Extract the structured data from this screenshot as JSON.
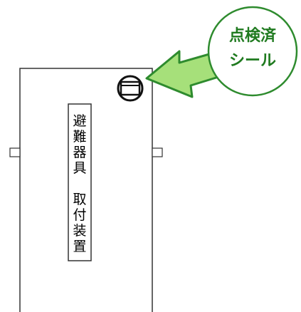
{
  "colors": {
    "callout_stroke": "#2e8b2e",
    "callout_text": "#1f7a1f",
    "arrow_fill": "#a6e07a",
    "arrow_stroke": "#2e8b2e",
    "outline": "#333333"
  },
  "callout": {
    "line1": "点検済",
    "line2": "シール"
  },
  "device": {
    "vertical_label": [
      "避",
      "難",
      "器",
      "具",
      "",
      "取",
      "付",
      "装",
      "置"
    ]
  },
  "icons": {
    "seal": "inspection-seal-icon",
    "arrow": "pointer-arrow-icon"
  }
}
